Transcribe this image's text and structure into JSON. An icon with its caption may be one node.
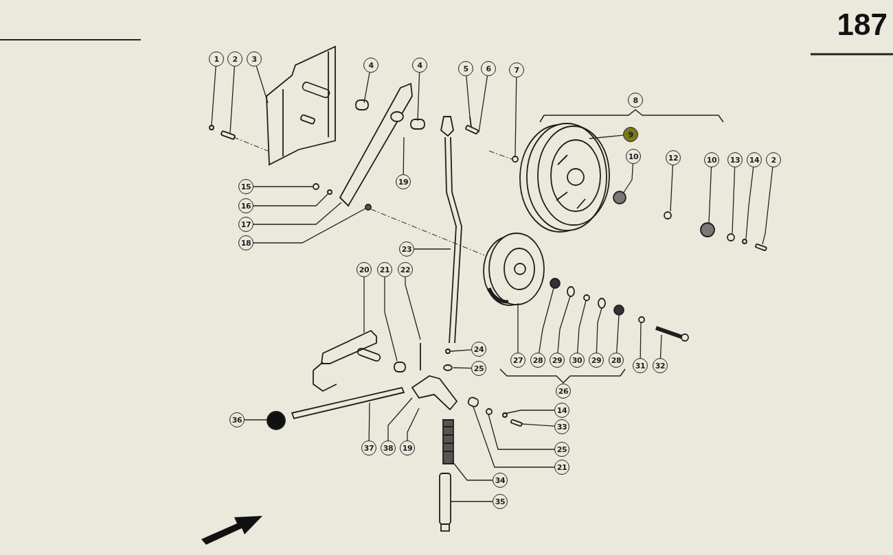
{
  "diagram": {
    "nodes": [
      {
        "text": [
          "1"
        ]
      },
      {
        "text": [
          "2"
        ]
      },
      {
        "text": [
          "3"
        ]
      },
      {
        "text": [
          "4"
        ]
      },
      {
        "text": [
          "4"
        ]
      },
      {
        "text": [
          "5"
        ]
      },
      {
        "text": [
          "6"
        ]
      },
      {
        "text": [
          "7"
        ]
      },
      {
        "text": [
          "8"
        ]
      },
      {
        "text": [
          "9"
        ]
      },
      {
        "text": [
          "10"
        ]
      },
      {
        "text": [
          "12"
        ]
      },
      {
        "text": [
          "10"
        ]
      },
      {
        "text": [
          "13"
        ]
      },
      {
        "text": [
          "14"
        ]
      },
      {
        "text": [
          "2"
        ]
      },
      {
        "text": [
          "15"
        ]
      },
      {
        "text": [
          "16"
        ]
      },
      {
        "text": [
          "17"
        ]
      },
      {
        "text": [
          "18"
        ]
      },
      {
        "text": [
          "19"
        ]
      },
      {
        "text": [
          "23"
        ]
      },
      {
        "text": [
          "20"
        ]
      },
      {
        "text": [
          "21"
        ]
      },
      {
        "text": [
          "22"
        ]
      },
      {
        "text": [
          "24"
        ]
      },
      {
        "text": [
          "25"
        ]
      },
      {
        "text": [
          "27"
        ]
      },
      {
        "text": [
          "28"
        ]
      },
      {
        "text": [
          "29"
        ]
      },
      {
        "text": [
          "30"
        ]
      },
      {
        "text": [
          "29"
        ]
      },
      {
        "text": [
          "28"
        ]
      },
      {
        "text": [
          "31"
        ]
      },
      {
        "text": [
          "32"
        ]
      },
      {
        "text": [
          "26"
        ]
      },
      {
        "text": [
          "14"
        ]
      },
      {
        "text": [
          "33"
        ]
      },
      {
        "text": [
          "25"
        ]
      },
      {
        "text": [
          "21"
        ]
      },
      {
        "text": [
          "36"
        ]
      },
      {
        "text": [
          "37"
        ]
      },
      {
        "text": [
          "38"
        ]
      },
      {
        "text": [
          "19"
        ]
      },
      {
        "text": [
          "34"
        ]
      },
      {
        "text": [
          "35"
        ]
      }
    ],
    "edges": [
      {
        "from": 0,
        "to": null,
        "arrow": "none"
      },
      {
        "from": 1,
        "to": null,
        "arrow": "none"
      },
      {
        "from": 2,
        "to": null,
        "arrow": "none"
      },
      {
        "from": 3,
        "to": null,
        "arrow": "none"
      },
      {
        "from": 4,
        "to": null,
        "arrow": "none"
      },
      {
        "from": 5,
        "to": null,
        "arrow": "none"
      },
      {
        "from": 6,
        "to": null,
        "arrow": "none"
      },
      {
        "from": 7,
        "to": null,
        "arrow": "none"
      },
      {
        "from": 9,
        "to": null,
        "arrow": "none"
      },
      {
        "from": 10,
        "to": null,
        "arrow": "none"
      },
      {
        "from": 11,
        "to": null,
        "arrow": "none"
      },
      {
        "from": 12,
        "to": null,
        "arrow": "none"
      },
      {
        "from": 13,
        "to": null,
        "arrow": "none"
      },
      {
        "from": 14,
        "to": null,
        "arrow": "none"
      },
      {
        "from": 15,
        "to": null,
        "arrow": "none"
      },
      {
        "from": 16,
        "to": null,
        "arrow": "none"
      },
      {
        "from": 17,
        "to": null,
        "arrow": "none"
      },
      {
        "from": 18,
        "to": null,
        "arrow": "none"
      },
      {
        "from": 19,
        "to": null,
        "arrow": "none"
      },
      {
        "from": 20,
        "to": null,
        "arrow": "none"
      },
      {
        "from": 21,
        "to": null,
        "arrow": "none"
      },
      {
        "from": 22,
        "to": null,
        "arrow": "none"
      },
      {
        "from": 23,
        "to": null,
        "arrow": "none"
      },
      {
        "from": 24,
        "to": null,
        "arrow": "none"
      },
      {
        "from": 25,
        "to": null,
        "arrow": "none"
      },
      {
        "from": 26,
        "to": null,
        "arrow": "none"
      },
      {
        "from": 27,
        "to": null,
        "arrow": "none"
      },
      {
        "from": 28,
        "to": null,
        "arrow": "none"
      },
      {
        "from": 29,
        "to": null,
        "arrow": "none"
      },
      {
        "from": 30,
        "to": null,
        "arrow": "none"
      },
      {
        "from": 31,
        "to": null,
        "arrow": "none"
      },
      {
        "from": 32,
        "to": null,
        "arrow": "none"
      },
      {
        "from": 33,
        "to": null,
        "arrow": "none"
      },
      {
        "from": 34,
        "to": null,
        "arrow": "none"
      },
      {
        "from": 36,
        "to": null,
        "arrow": "none"
      },
      {
        "from": 37,
        "to": null,
        "arrow": "none"
      },
      {
        "from": 38,
        "to": null,
        "arrow": "none"
      },
      {
        "from": 39,
        "to": null,
        "arrow": "none"
      },
      {
        "from": 40,
        "to": null,
        "arrow": "none"
      },
      {
        "from": 41,
        "to": null,
        "arrow": "none"
      },
      {
        "from": 42,
        "to": null,
        "arrow": "none"
      },
      {
        "from": 43,
        "to": null,
        "arrow": "none"
      },
      {
        "from": 44,
        "to": null,
        "arrow": "none"
      },
      {
        "from": 45,
        "to": null,
        "arrow": "none"
      }
    ],
    "labels": [
      "187"
    ]
  }
}
